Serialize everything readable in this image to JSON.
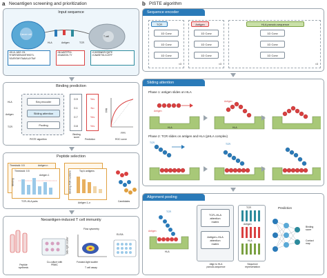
{
  "colors": {
    "blue_header": "#2a7ab8",
    "light_blue": "#d9ecf7",
    "gray_header": "#e6e9ec",
    "red": "#d94040",
    "green": "#a8c878",
    "teal": "#2c8a9c"
  },
  "panel_a": {
    "letter": "a",
    "title": "Neoantigen screening and prioritization",
    "input": {
      "title": "Input sequence",
      "labels": {
        "cancer": "Cancer cell",
        "tcell": "T cell",
        "hla": "HLA",
        "antigen": "Antigen",
        "tcr": "TCR"
      },
      "hla_seq": [
        ">HLA-A02:01",
        "YFAMYGEKVAHTHVDTL",
        "YGVRYDHYTWAVLAYTWY"
      ],
      "antigen_seq": [
        ">NLWGFFPVL",
        ">EAADIDLTY"
      ],
      "tcr_seq": [
        ">CASSDWVSYQGTE",
        ">CAWSETGLGLEFF"
      ]
    },
    "binding": {
      "title": "Binding prediction",
      "inputs": [
        "HLA",
        "Antigen",
        "TCR"
      ],
      "modules": [
        "Seq encoder",
        "Sliding attention",
        "Pooling"
      ],
      "model_label": "PISTE algorithm",
      "scores": [
        "0.9",
        "0.1",
        "0.7",
        "0.8"
      ],
      "predictions": [
        "Yes",
        "No",
        "Yes",
        "Yes"
      ],
      "score_label": "Binding score",
      "prediction_label": "Prediction",
      "roc_y": "TPR",
      "roc_x": "FPR",
      "roc_label": "ROC curve"
    },
    "peptide": {
      "title": "Peptide selection",
      "threshold1": "Threshold: 0.5",
      "threshold2": "Threshold: 0.5",
      "antigen_n": "Antigen n",
      "antigen_1": "Antigen 1",
      "binding_ylabel": "Binding",
      "tcr_hla_pairs": "TCR–HLA pairs",
      "top_k": "Top k antigens",
      "binding_tcr": "Binding TCR numbers",
      "antigen_range": "Antigen 1–n",
      "candidates": "Candidates"
    },
    "immunity": {
      "title": "Neoantigen-induced T cell immunity",
      "flow": "Flow cytometry",
      "elisa": "ELISA",
      "side_scatter": "Side-light scatter",
      "forward_scatter": "Forward-light scatter",
      "tcell_assay": "T cell assay",
      "peptide_synthesis": [
        "Peptide",
        "synthesis"
      ],
      "coculture": [
        "Co-culture with",
        "PBMC"
      ]
    }
  },
  "panel_b": {
    "letter": "b",
    "title": "PISTE algorithm",
    "encoder": {
      "title": "Sequence encoder",
      "columns": [
        {
          "name": "TCR",
          "convs": [
            "1D Conv",
            "1D Conv",
            "1D Conv"
          ]
        },
        {
          "name": "Antigen",
          "convs": [
            "1D Conv",
            "1D Conv",
            "1D Conv"
          ]
        },
        {
          "name": "HLA pseudo-sequence",
          "convs": [
            "1D Conv",
            "1D Conv",
            "1D Conv"
          ]
        }
      ],
      "repeat": "×3"
    },
    "sliding": {
      "title": "Sliding attention",
      "phase1": "Phase 1: antigen slides on HLA",
      "phase2": "Phase 2: TCR slides on antigen and HLA (pHLA complex)",
      "antigen": "Antigen",
      "hla": "HLA",
      "tcr": "TCR"
    },
    "pooling": {
      "title": "Alignment pooling",
      "tcr": "TCR",
      "antigen": "Antigen",
      "hla": "HLA",
      "matrix1": [
        "TCR–HLA",
        "attention",
        "matrix"
      ],
      "matrix2": [
        "Antigen–HLA",
        "attention",
        "matrix"
      ],
      "align_label": [
        "Align to HLA",
        "pseudo-sequence"
      ],
      "seq_label": [
        "Sequence",
        "representation"
      ],
      "prediction": "Prediction",
      "binding_score": [
        "Binding",
        "score"
      ],
      "contact_map": [
        "Contact",
        "map"
      ],
      "rep_tcr": "TCR",
      "rep_antigen": "Antigen",
      "rep_hla": "HLA"
    }
  }
}
